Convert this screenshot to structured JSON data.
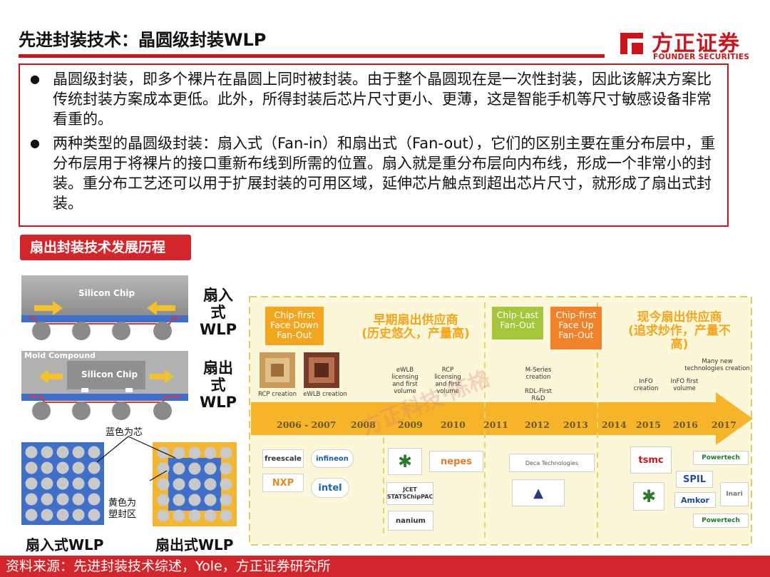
{
  "header": {
    "title": "先进封装技术：晶圆级封装WLP",
    "logo_cn": "方正证券",
    "logo_en": "FOUNDER SECURITIES"
  },
  "bullets": [
    "晶圆级封装，即多个裸片在晶圆上同时被封装。由于整个晶圆现在是一次性封装，因此该解决方案比传统封装方案成本更低。此外，所得封装后芯片尺寸更小、更薄，这是智能手机等尺寸敏感设备非常看重的。",
    "两种类型的晶圆级封装：扇入式（Fan-in）和扇出式（Fan-out），它们的区别主要在重分布层中，重分布层用于将裸片的接口重新布线到所需的位置。扇入就是重分布层向内布线，形成一个非常小的封装。重分布工艺还可以用于扩展封装的可用区域，延伸芯片触点到超出芯片尺寸，就形成了扇出式封装。"
  ],
  "section_tag": "扇出封装技术发展历程",
  "illustration": {
    "chip1_label": "Silicon Chip",
    "chip2_label": "Silicon Chip",
    "mold_label": "Mold Compound",
    "fanin_side": "扇入式\nWLP",
    "fanout_side": "扇出式\nWLP",
    "blue_note": "蓝色为芯",
    "yellow_note": "黄色为\n塑封区",
    "fanin_bottom": "扇入式WLP",
    "fanout_bottom": "扇出式WLP"
  },
  "timeline": {
    "box1": "Chip-first\nFace Down\nFan-Out",
    "heading_early": "早期扇出供应商\n(历史悠久，产量高)",
    "box2": "Chip-Last\nFan-Out",
    "box3": "Chip-first\nFace Up\nFan-Out",
    "heading_now": "现今扇出供应商\n(追求炒作，产量不\n高)",
    "caption_rcp": "RCP creation",
    "caption_ewlb": "eWLB creation",
    "note_ewlb": "eWLB\nlicensing\nand first\nvolume",
    "note_rcp": "RCP\nlicensing\nand first\nvolume",
    "note_mseries": "M-Series\ncreation\n\nRDL-First\nR&D",
    "note_info": "InFO\ncreation",
    "note_info_first": "InFO first\nvolume",
    "note_many": "Many new\ntechnologies creation",
    "years": [
      "2006 - 2007",
      "2008",
      "2009",
      "2010",
      "2011",
      "2012",
      "2013",
      "2014",
      "2015",
      "2016",
      "2017"
    ],
    "logos": {
      "freescale": "freescale",
      "infineon": "infineon",
      "nxp": "NXP",
      "intel": "intel",
      "nepes": "nepes",
      "jcet": "JCET\nSTATSChipPAC",
      "nanium": "nanium",
      "deca": "Deca Technologies",
      "tsmc": "tsmc",
      "powertech1": "Powertech",
      "spil": "SPIL",
      "amkor": "Amkor",
      "inari": "Inari",
      "powertech2": "Powertech"
    }
  },
  "watermark": "方正科技·陈格",
  "footer": "资料来源：先进封装技术综述，Yole，方正证券研究所",
  "colors": {
    "brand_red": "#c8161d",
    "timeline_yellow": "#f2a61f",
    "box_orange": "#f0822a",
    "box_green": "#a5c53a",
    "chip_blue": "#3f6fc9",
    "mold_yellow": "#f2b631"
  }
}
